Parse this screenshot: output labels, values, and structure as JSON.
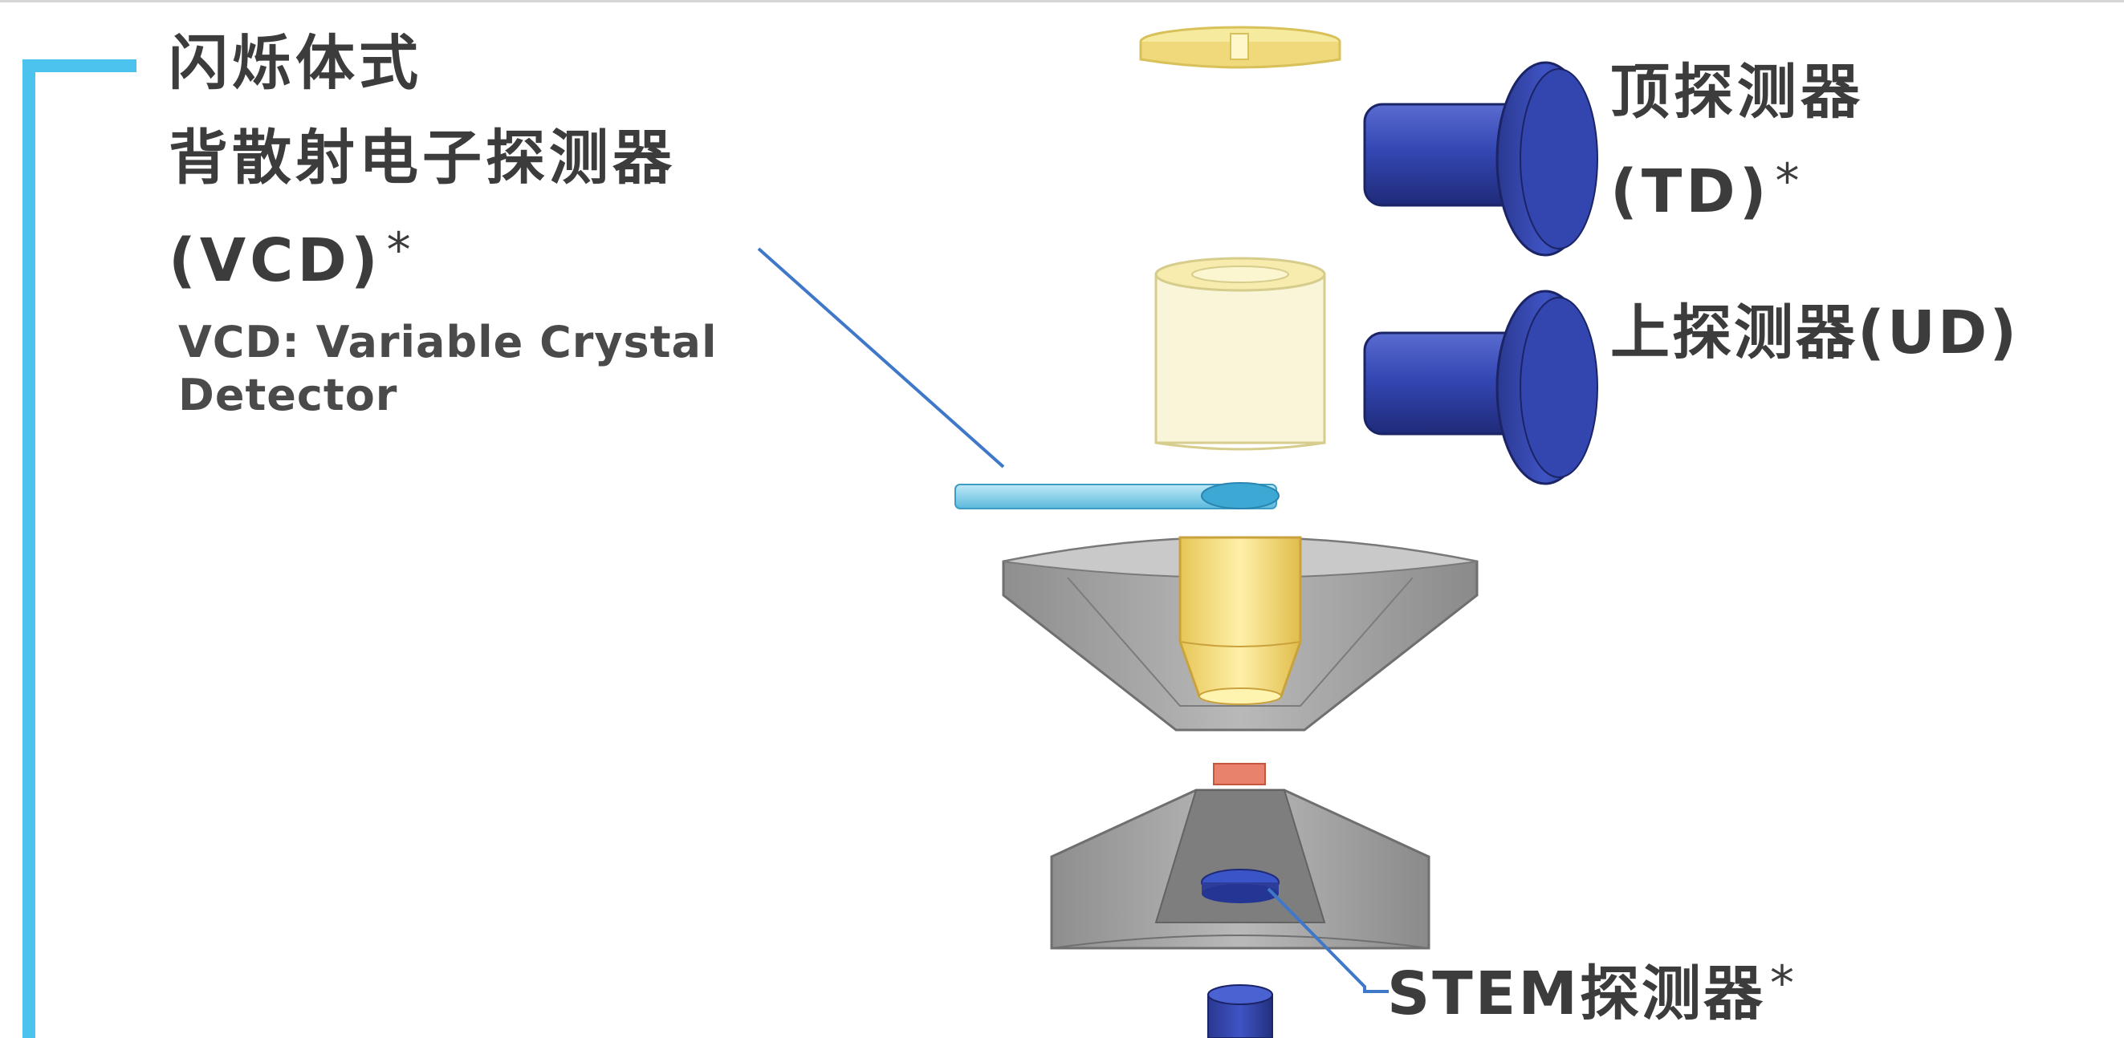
{
  "labels": {
    "vcd": {
      "line1": "闪烁体式",
      "line2": "背散射电子探测器",
      "line3": "(VCD)",
      "line3_mark": "*",
      "desc1": "VCD: Variable Crystal",
      "desc2": "Detector"
    },
    "td": {
      "line1": "顶探测器",
      "line2": "(TD)",
      "line2_mark": "*"
    },
    "ud": {
      "line1": "上探测器(UD)"
    },
    "stem": {
      "line1": "STEM探测器",
      "line1_mark": "*"
    }
  },
  "colors": {
    "bracket": "#4cc3ee",
    "label_text": "#3c3c3c",
    "detector_blue": "#2f3f9c",
    "detector_blue_dark": "#1f2a78",
    "crystal_yellow": "#f4e7a0",
    "crystal_pale": "#f8f5d8",
    "vcd_plate": "#7fd0ea",
    "pole_gray": "#9a9a9a",
    "leader_line": "#3f78c8",
    "sample_red": "#e8826c"
  }
}
